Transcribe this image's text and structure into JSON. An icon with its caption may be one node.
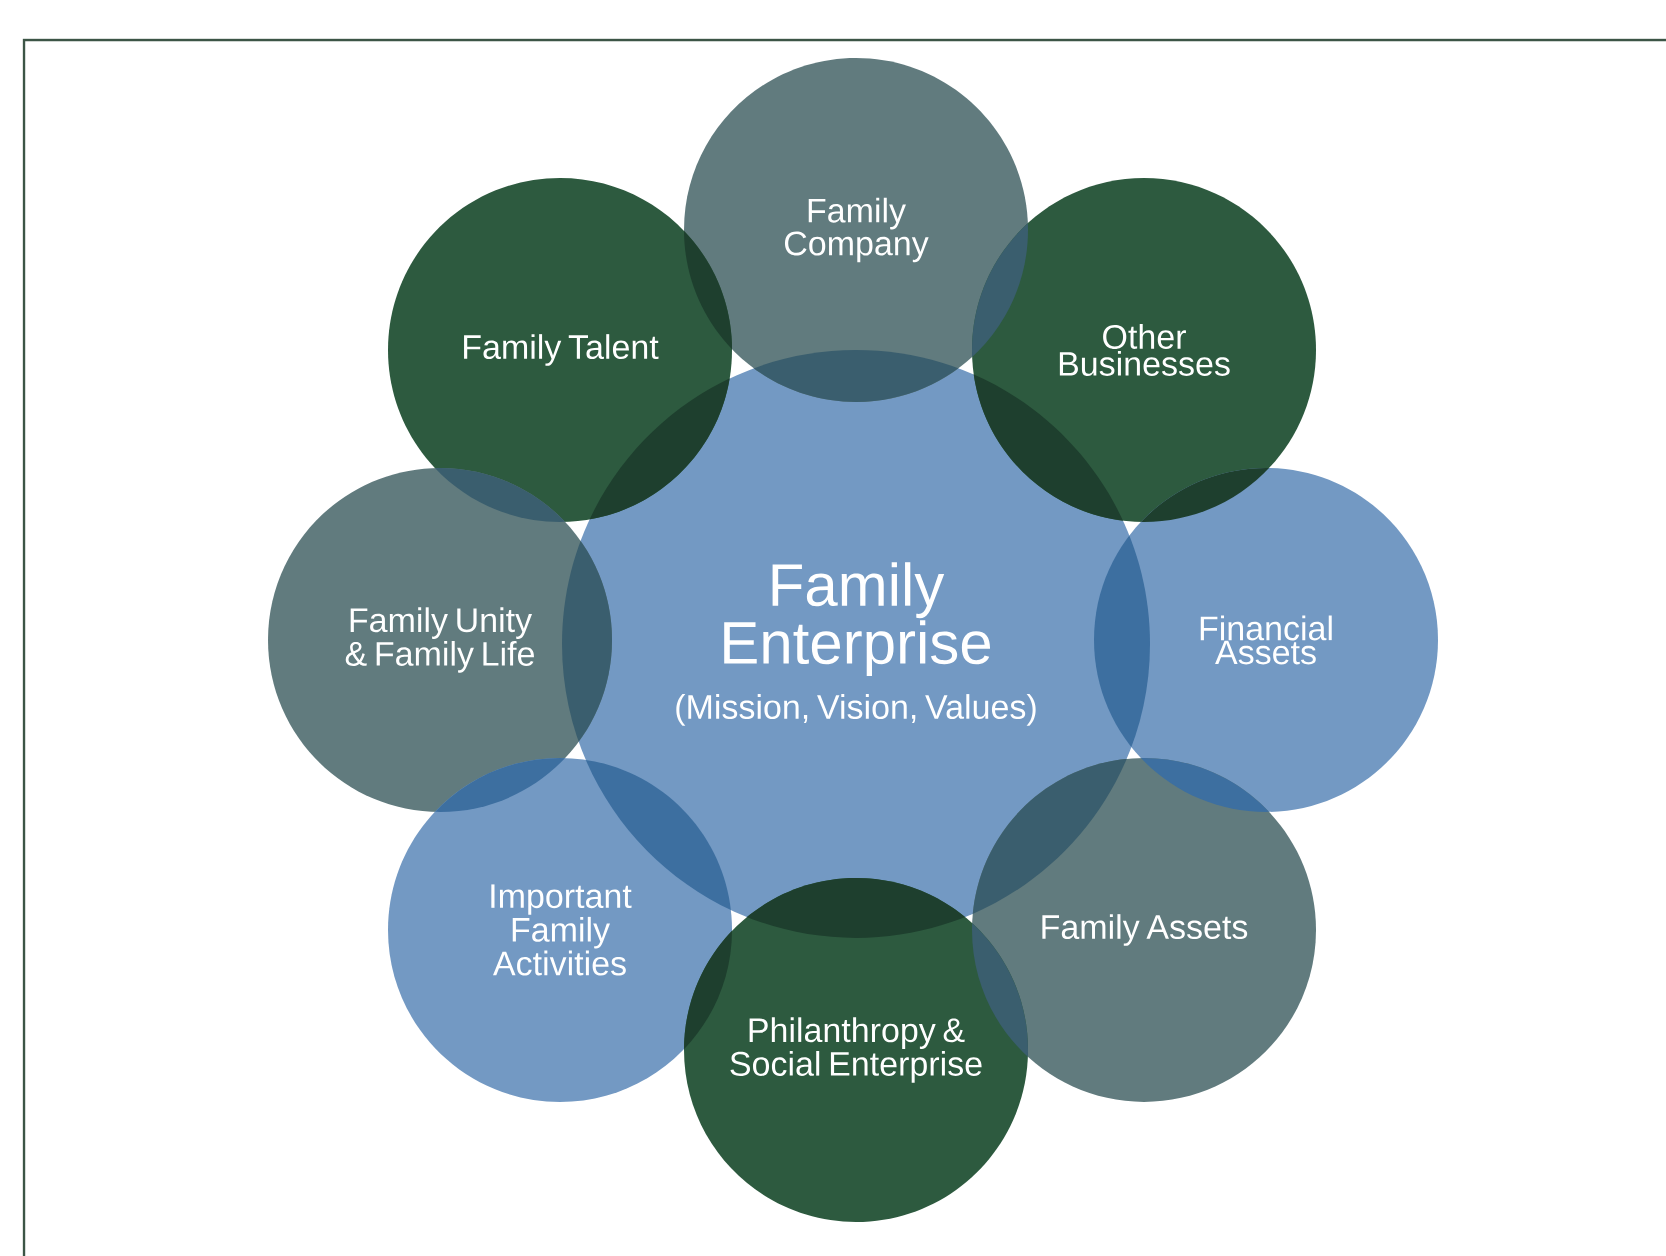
{
  "diagram": {
    "nodes": [
      {
        "text": [
          "Family Enterprise",
          "(Mission, Vision, Values)"
        ]
      },
      {
        "text": [
          "Family Company"
        ]
      },
      {
        "text": [
          "Family Talent"
        ]
      },
      {
        "text": [
          "Other Businesses"
        ]
      },
      {
        "text": [
          "Family Unity & Family Life"
        ]
      },
      {
        "text": [
          "Financial Assets"
        ]
      },
      {
        "text": [
          "Important Family Activities"
        ]
      },
      {
        "text": [
          "Family Assets"
        ]
      },
      {
        "text": [
          "Philanthropy & Social Enterprise"
        ]
      }
    ]
  }
}
